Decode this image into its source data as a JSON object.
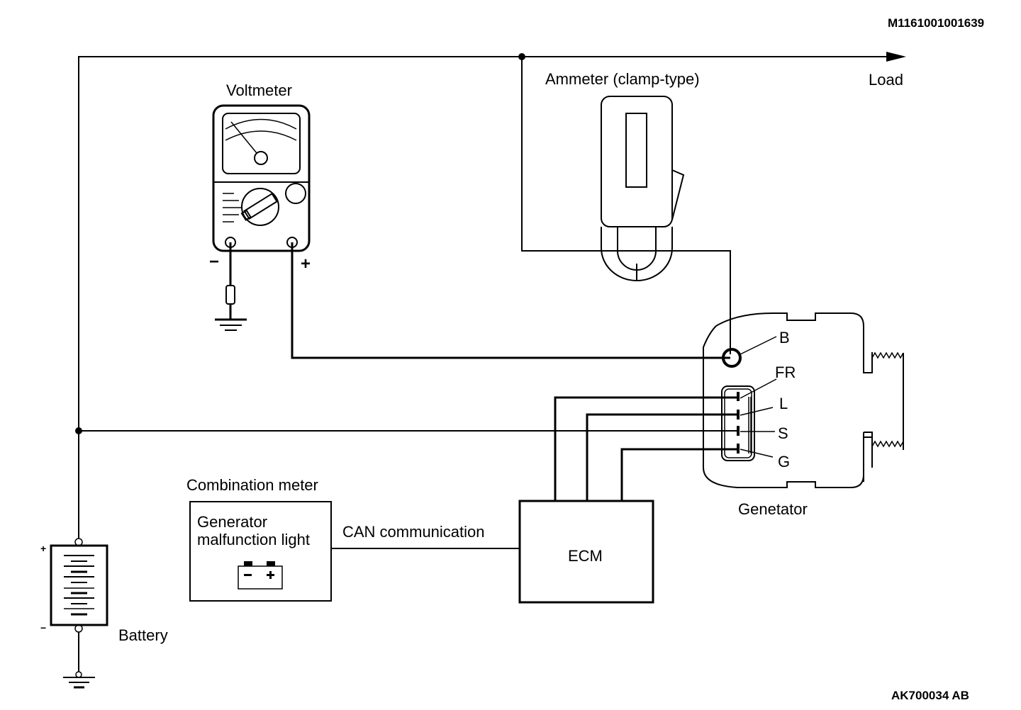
{
  "diagram": {
    "figure_id_top": "M1161001001639",
    "figure_id_bottom": "AK700034 AB",
    "labels": {
      "voltmeter": "Voltmeter",
      "ammeter": "Ammeter (clamp-type)",
      "load": "Load",
      "generator": "Genetator",
      "combination_meter": "Combination meter",
      "warning_light_line1": "Generator",
      "warning_light_line2": "malfunction light",
      "can": "CAN communication",
      "ecm": "ECM",
      "battery": "Battery",
      "voltmeter_minus": "−",
      "voltmeter_plus": "+",
      "battery_plus": "+",
      "battery_minus": "−"
    },
    "terminals": [
      "B",
      "FR",
      "L",
      "S",
      "G"
    ],
    "connections": [
      {
        "from": "Battery +",
        "to": "Load"
      },
      {
        "from": "Battery +",
        "to": "Generator S"
      },
      {
        "from": "Voltmeter +",
        "to": "Generator B"
      },
      {
        "from": "Voltmeter −",
        "to": "Ground"
      },
      {
        "from": "Load line",
        "to": "Generator B (through ammeter clamp)"
      },
      {
        "from": "ECM",
        "to": "Generator FR"
      },
      {
        "from": "ECM",
        "to": "Generator L"
      },
      {
        "from": "ECM",
        "to": "Generator G"
      },
      {
        "from": "ECM",
        "to": "Combination meter",
        "via": "CAN communication"
      },
      {
        "from": "Battery −",
        "to": "Ground"
      }
    ]
  }
}
